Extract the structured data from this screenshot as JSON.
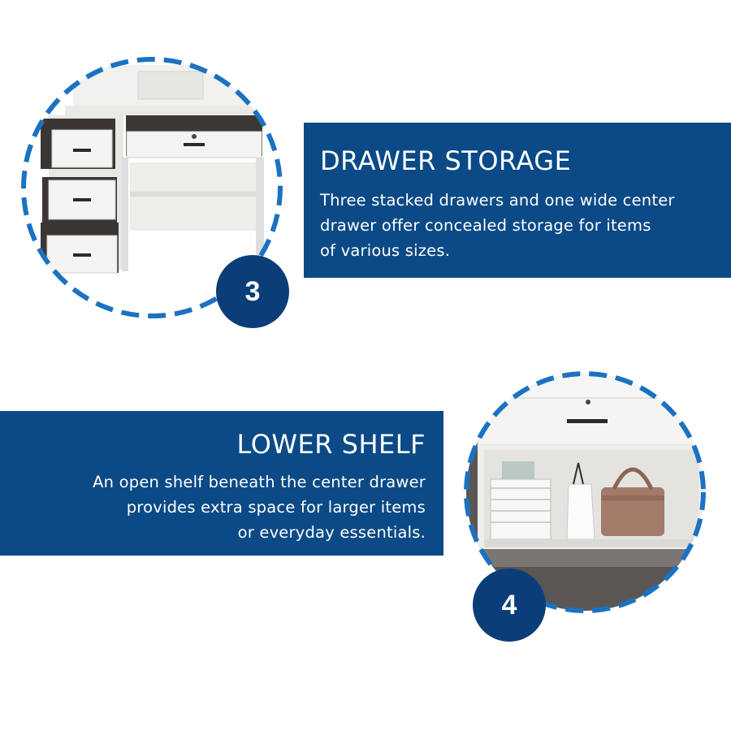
{
  "features": [
    {
      "number": "3",
      "title": "DRAWER STORAGE",
      "lines": [
        "Three stacked drawers and one wide center",
        "drawer offer concealed storage for items",
        "of various sizes."
      ]
    },
    {
      "number": "4",
      "title": "LOWER SHELF",
      "lines": [
        "An open shelf beneath the center drawer",
        "provides extra space for larger items",
        "or everyday essentials."
      ]
    }
  ],
  "colors": {
    "panel": "#0b4a86",
    "badge": "#0b3e78",
    "dashed_ring": "#1b72c2"
  }
}
